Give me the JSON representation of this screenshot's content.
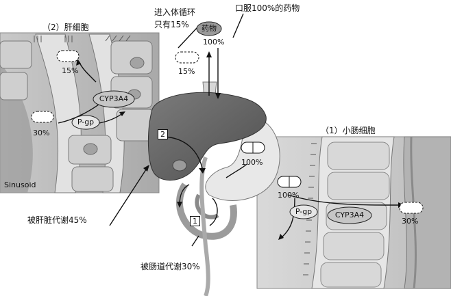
{
  "labels": {
    "oral_dose": "口服100%的药物",
    "enter_circulation_line1": "进入体循环",
    "enter_circulation_line2": "只有15%",
    "drug": "药物",
    "drug_top_percent": "100%",
    "capsule_15_center": "15%",
    "liver_cell_title": "（2）肝细胞",
    "liver_capsule_top": "15%",
    "liver_capsule_left": "30%",
    "cyp3a4_liver": "CYP3A4",
    "pgp_liver": "P-gp",
    "sinusoid": "Sinusoid",
    "liver_metabolism": "被肝脏代谢45%",
    "intestine_metabolism": "被肠道代谢30%",
    "intestine_cell_title": "（1）小肠细胞",
    "intestine_capsule_100": "100%",
    "intestine_capsule_left_100": "100%",
    "cyp3a4_intestine": "CYP3A4",
    "pgp_intestine": "P-gp",
    "intestine_capsule_30": "30%",
    "step_1": "1",
    "step_2": "2"
  },
  "colors": {
    "panel_gray": "#bdbdbd",
    "cell_gray": "#d6d6d6",
    "dark_gray": "#5a5a5a",
    "liver": "#6e6e6e",
    "stroke": "#111111"
  }
}
